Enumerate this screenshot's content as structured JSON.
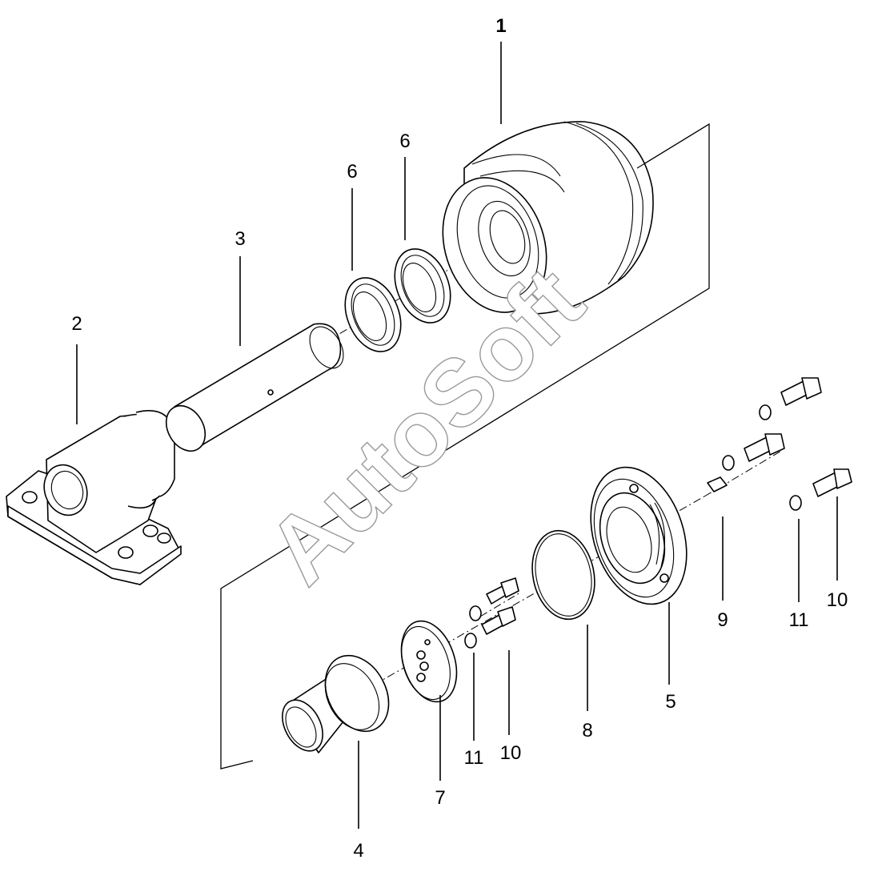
{
  "watermark": "AutoSoft",
  "callouts": {
    "c1": "1",
    "c2": "2",
    "c3": "3",
    "c4": "4",
    "c5": "5",
    "c6a": "6",
    "c6b": "6",
    "c7": "7",
    "c8": "8",
    "c9": "9",
    "c10a": "10",
    "c10b": "10",
    "c11a": "11",
    "c11b": "11"
  },
  "colors": {
    "line": "#000000",
    "watermark_outline": "#9a9a9a",
    "background": "#ffffff"
  }
}
